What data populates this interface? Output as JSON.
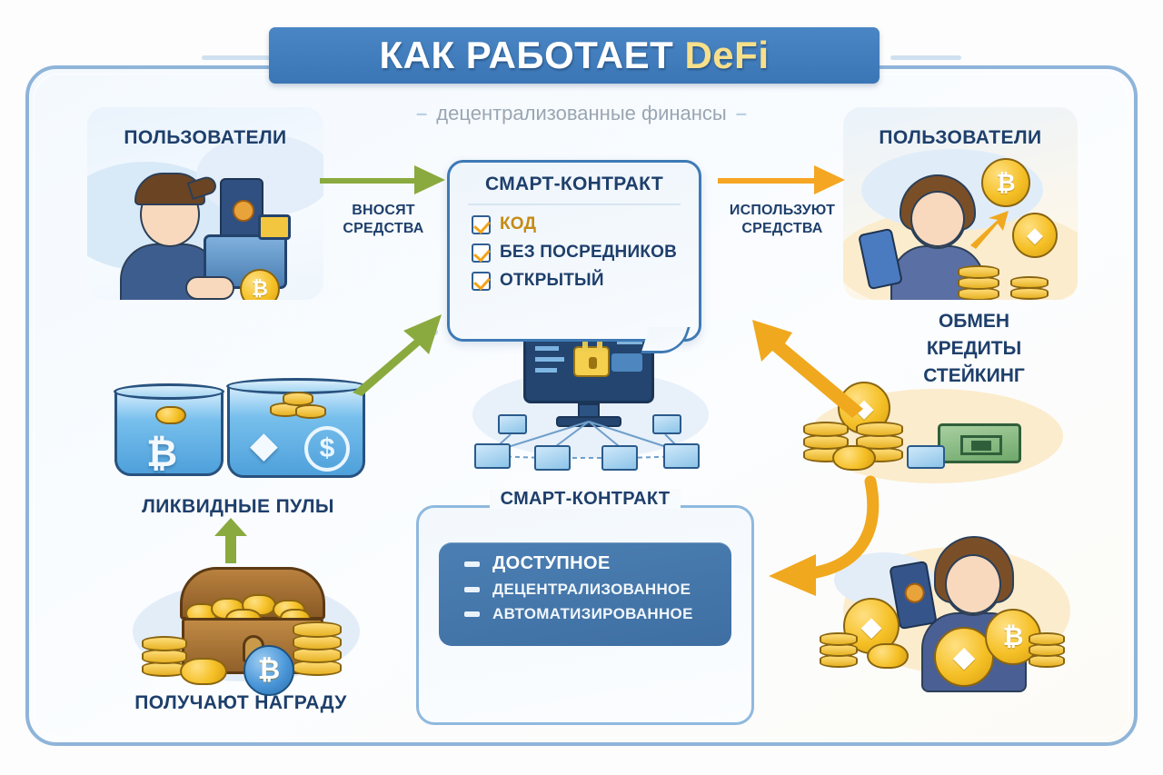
{
  "header": {
    "title_main": "КАК РАБОТАЕТ ",
    "title_accent": "DeFi",
    "subtitle": "децентрализованные финансы",
    "subtitle_dash": "–",
    "banner_color": "#3a76b5",
    "accent_color": "#f7e08a"
  },
  "left_users": {
    "label": "ПОЛЬЗОВАТЕЛИ",
    "illustration": "person-holding-wallet-with-bitcoin"
  },
  "right_users": {
    "label": "ПОЛЬЗОВАТЕЛИ",
    "illustration": "woman-with-phone-and-coins"
  },
  "arrows": {
    "deposit": {
      "line1": "ВНОСЯТ",
      "line2": "СРЕДСТВА",
      "color": "#8aaa3f",
      "direction": "right"
    },
    "use": {
      "line1": "ИСПОЛЬЗУЮТ",
      "line2": "СРЕДСТВА",
      "color": "#f5a623",
      "direction": "right"
    },
    "pools_to_contract": {
      "color": "#8aaa3f",
      "direction": "up-right"
    },
    "services_to_contract": {
      "color": "#f5a623",
      "direction": "up-left"
    },
    "services_to_bottom_contract": {
      "color": "#f5a623",
      "direction": "curve-left"
    },
    "reward_up": {
      "color": "#8aaa3f",
      "direction": "up"
    }
  },
  "smart_contract_top": {
    "title": "СМАРТ-КОНТРАКТ",
    "items": [
      {
        "text": "КОД",
        "style": "gold"
      },
      {
        "text": "БЕЗ ПОСРЕДНИКОВ",
        "style": "dark"
      },
      {
        "text": "ОТКРЫТЫЙ",
        "style": "dark"
      }
    ],
    "check_color": "#f2a319",
    "border_color": "#3e7ab5"
  },
  "smart_contract_bottom": {
    "title": "СМАРТ-КОНТРАКТ",
    "items": [
      {
        "text": "ДОСТУПНОЕ",
        "emphasis": "large"
      },
      {
        "text": "ДЕЦЕНТРАЛИЗОВАННОЕ",
        "emphasis": "normal"
      },
      {
        "text": "АВТОМАТИЗИРОВАННОЕ",
        "emphasis": "normal"
      }
    ],
    "box_color": "#4b7fb3"
  },
  "liquidity": {
    "label": "ЛИКВИДНЫЕ ПУЛЫ",
    "tank_left_symbol": "₿",
    "tank_right_symbols": [
      "◆",
      "$"
    ]
  },
  "rewards": {
    "label": "ПОЛУЧАЮТ НАГРАДУ",
    "illustration": "treasure-chest-with-gold-coins",
    "coin_symbol": "₿"
  },
  "services": {
    "items": [
      "ОБМЕН",
      "КРЕДИТЫ",
      "СТЕЙКИНГ"
    ],
    "illustration": "coin-stacks-ethereum-and-cash"
  },
  "network": {
    "illustration": "monitor-with-padlock-and-blockchain-nodes",
    "lock_color": "#f5d04e"
  },
  "symbols": {
    "bitcoin": "₿",
    "ethereum": "◆",
    "dollar": "$"
  }
}
